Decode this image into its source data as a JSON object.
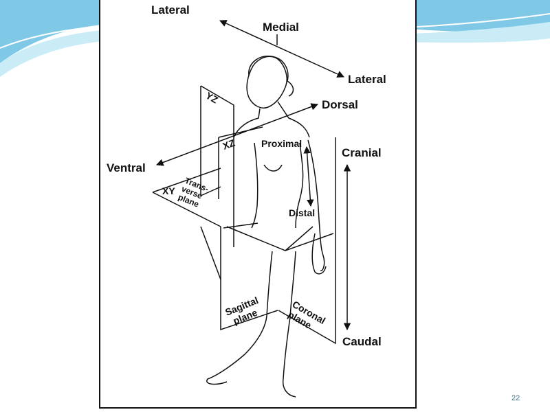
{
  "slide": {
    "page_number": "22",
    "colors": {
      "wave_dark": "#7fc9e6",
      "wave_light": "#c9ecf7",
      "line": "#111111",
      "page_number": "#3b6f8f"
    }
  },
  "labels": {
    "lateral_left": "Lateral",
    "medial": "Medial",
    "lateral_right": "Lateral",
    "dorsal": "Dorsal",
    "ventral": "Ventral",
    "cranial": "Cranial",
    "caudal": "Caudal",
    "proximal": "Proximal",
    "distal": "Distal",
    "yz": "YZ",
    "xz": "XZ",
    "xy": "XY",
    "transverse_plane": [
      "Trans-",
      "verse",
      "plane"
    ],
    "sagittal_plane": [
      "Sagittal",
      "plane"
    ],
    "coronal_plane": [
      "Coronal",
      "plane"
    ]
  }
}
